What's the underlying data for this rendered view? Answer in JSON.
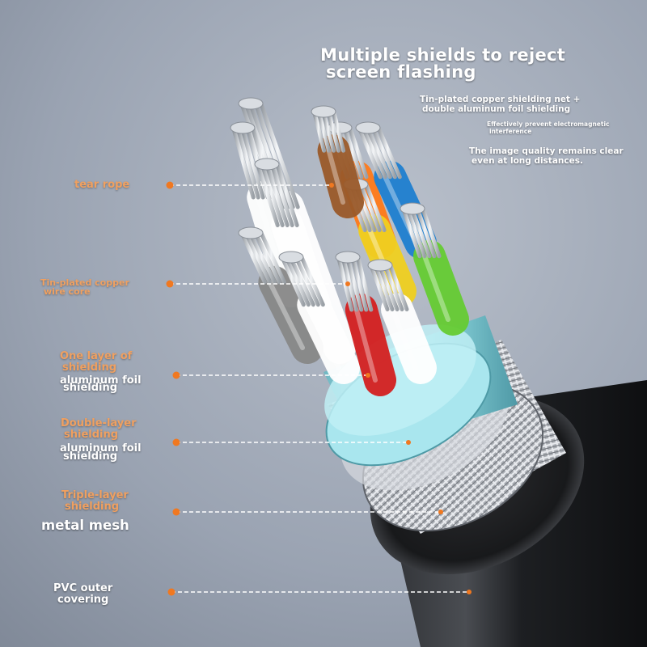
{
  "headline": {
    "line1": "Multiple shields to reject",
    "line2": "screen flashing"
  },
  "features": {
    "shielding_line1": "Tin-plated copper shielding net +",
    "shielding_line2": "double aluminum foil shielding",
    "emi_line1": "Effectively prevent electromagnetic",
    "emi_line2": "interference",
    "quality_line1": "The image quality remains clear",
    "quality_line2": "even at long distances."
  },
  "callouts": [
    {
      "id": "tear-rope",
      "lines": [
        "tear rope"
      ]
    },
    {
      "id": "wire-core",
      "lines": [
        "Tin-plated copper",
        "wire core"
      ]
    },
    {
      "id": "one-layer",
      "lines": [
        "One layer of",
        "shielding",
        "aluminum foil",
        "shielding"
      ]
    },
    {
      "id": "double-layer",
      "lines": [
        "Double-layer",
        "shielding",
        "aluminum foil",
        "shielding"
      ]
    },
    {
      "id": "triple-layer",
      "lines": [
        "Triple-layer",
        "shielding",
        "metal mesh"
      ]
    },
    {
      "id": "pvc",
      "lines": [
        "PVC outer",
        "covering"
      ]
    }
  ],
  "colors": {
    "accent_orange": "#f07820",
    "label_orange": "#f0a060",
    "background": "#9aa3b2",
    "wire_colors": [
      "#ff7a1a",
      "#1f7fd0",
      "#f0d020",
      "#66cc33",
      "#d42020",
      "#ffffff",
      "#888888",
      "#9a5a2a"
    ]
  }
}
